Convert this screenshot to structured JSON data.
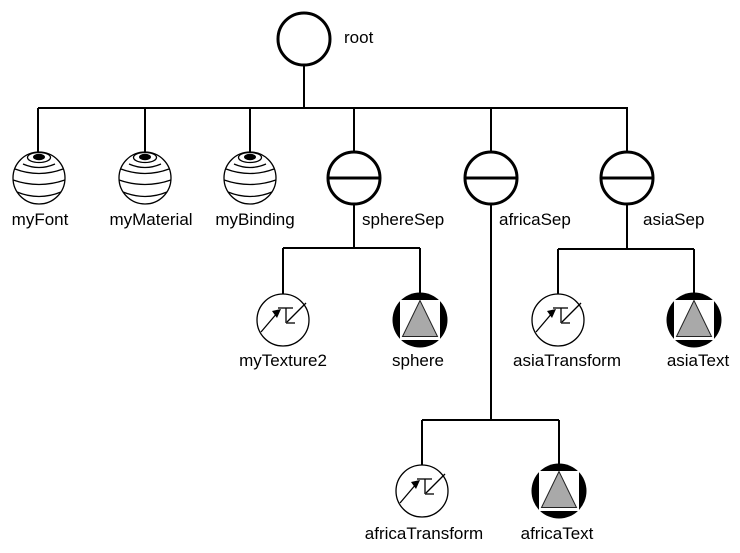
{
  "figure": {
    "kind": "scene-graph-tree-diagram",
    "background": "#ffffff",
    "line_color": "#000000",
    "shape_triangle_gray": "#a9a9a9",
    "nodes": {
      "root": {
        "label": "root",
        "type": "group-node"
      },
      "myFont": {
        "label": "myFont",
        "type": "property-node"
      },
      "myMaterial": {
        "label": "myMaterial",
        "type": "property-node"
      },
      "myBinding": {
        "label": "myBinding",
        "type": "property-node"
      },
      "sphereSep": {
        "label": "sphereSep",
        "type": "separator-node"
      },
      "africaSep": {
        "label": "africaSep",
        "type": "separator-node"
      },
      "asiaSep": {
        "label": "asiaSep",
        "type": "separator-node"
      },
      "myTexture2": {
        "label": "myTexture2",
        "type": "transform-node"
      },
      "sphere": {
        "label": "sphere",
        "type": "shape-node"
      },
      "asiaTransform": {
        "label": "asiaTransform",
        "type": "transform-node"
      },
      "asiaText": {
        "label": "asiaText",
        "type": "shape-node"
      },
      "africaTransform": {
        "label": "africaTransform",
        "type": "transform-node"
      },
      "africaText": {
        "label": "africaText",
        "type": "shape-node"
      }
    },
    "hierarchy": {
      "root": [
        "myFont",
        "myMaterial",
        "myBinding",
        "sphereSep",
        "africaSep",
        "asiaSep"
      ],
      "sphereSep": [
        "myTexture2",
        "sphere"
      ],
      "africaSep": [
        "africaTransform",
        "africaText"
      ],
      "asiaSep": [
        "asiaTransform",
        "asiaText"
      ]
    }
  }
}
